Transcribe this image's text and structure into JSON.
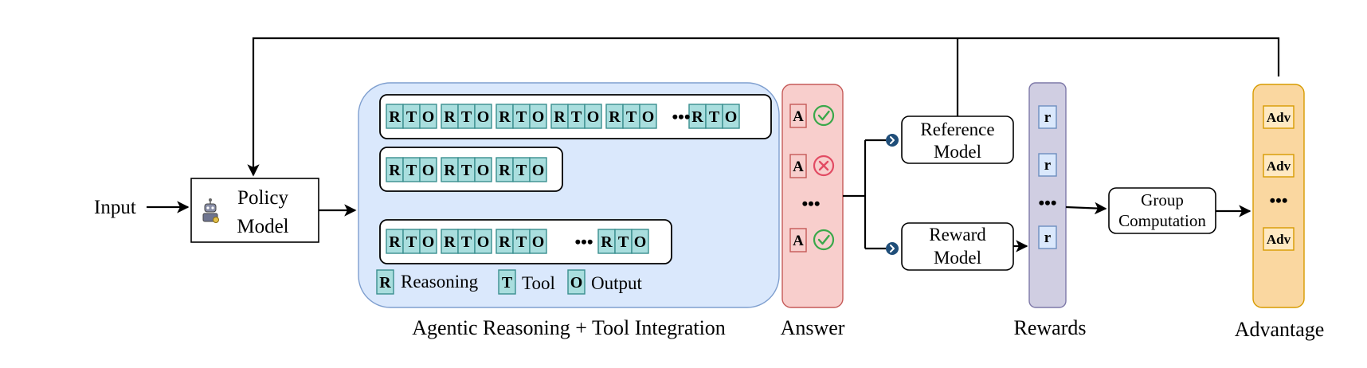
{
  "input_label": "Input",
  "policy": {
    "line1": "Policy",
    "line2": "Model"
  },
  "agentic": {
    "caption": "Agentic Reasoning + Tool Integration",
    "row1": [
      "R",
      "T",
      "O",
      "R",
      "T",
      "O",
      "R",
      "T",
      "O",
      "R",
      "T",
      "O",
      "R",
      "T",
      "O",
      "R",
      "T",
      "O"
    ],
    "row2": [
      "R",
      "T",
      "O",
      "R",
      "T",
      "O",
      "R",
      "T",
      "O"
    ],
    "row3": [
      "R",
      "T",
      "O",
      "R",
      "T",
      "O",
      "R",
      "T",
      "O",
      "R",
      "T",
      "O"
    ],
    "ellipsis": "•••",
    "legend": {
      "r_token": "R",
      "r_label": "Reasoning",
      "t_token": "T",
      "t_label": "Tool",
      "o_token": "O",
      "o_label": "Output"
    }
  },
  "answer": {
    "caption": "Answer",
    "token": "A",
    "ellipsis": "•••",
    "results": [
      "correct",
      "wrong",
      "correct"
    ]
  },
  "reference_model": {
    "line1": "Reference",
    "line2": "Model"
  },
  "reward_model": {
    "line1": "Reward",
    "line2": "Model"
  },
  "rewards": {
    "caption": "Rewards",
    "token": "r",
    "ellipsis": "•••"
  },
  "group": {
    "line1": "Group",
    "line2": "Computation"
  },
  "advantage": {
    "caption": "Advantage",
    "token": "Adv",
    "ellipsis": "•••"
  },
  "colors": {
    "token_fill": "#a9dede",
    "token_stroke": "#3a8f8f",
    "agent_fill": "#dae8fc",
    "agent_stroke": "#7f9fcf",
    "answer_fill": "#f8cecc",
    "answer_stroke": "#c55a58",
    "rewards_fill": "#d0cee2",
    "rewards_stroke": "#7d78a8",
    "adv_fill": "#fad7a0",
    "adv_stroke": "#d79b00",
    "check": "#3aa84a",
    "cross": "#e24b63",
    "connector": "#1f4e79"
  }
}
